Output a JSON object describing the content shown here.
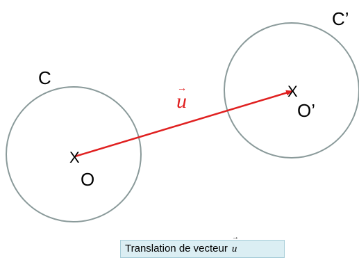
{
  "diagram": {
    "circle_c_label": "C",
    "circle_c_prime_label": "C’",
    "center_o_label": "O",
    "center_o_prime_label": "O’",
    "center_mark": "X",
    "vector_label": "u",
    "vector_arrow": "→"
  },
  "caption": {
    "text": "Translation de vecteur",
    "vector": "u",
    "vector_arrow": "→"
  },
  "colors": {
    "circle_stroke": "#8a9a9a",
    "vector": "#e02020",
    "caption_background": "#dbeef3",
    "caption_border": "#a7cdd8"
  }
}
